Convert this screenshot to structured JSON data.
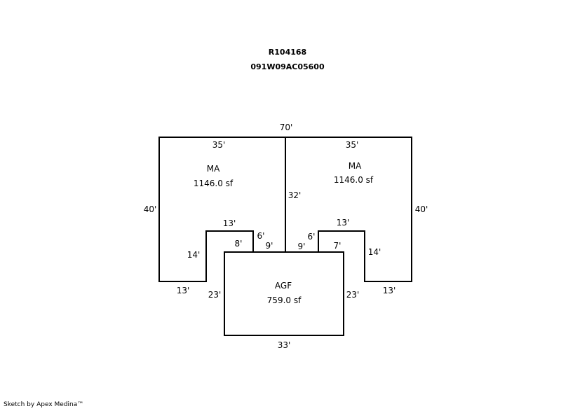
{
  "header": {
    "parcel_id": "R104168",
    "map_number": "091W09AC05600"
  },
  "areas": [
    {
      "code": "MA",
      "area": "1146.0 sf"
    },
    {
      "code": "MA",
      "area": "1146.0 sf"
    },
    {
      "code": "AGF",
      "area": "759.0 sf"
    }
  ],
  "dimensions": {
    "top_total": "70'",
    "left_top": "35'",
    "right_top": "35'",
    "center_wall": "32'",
    "left_side": "40'",
    "right_side": "40'",
    "left_notch_top": "13'",
    "right_notch_top": "13'",
    "left_notch_step": "6'",
    "right_notch_step": "6'",
    "left_notch_inner": "8'",
    "right_notch_inner": "7'",
    "left_center_seg": "9'",
    "right_center_seg": "9'",
    "left_notch_side": "14'",
    "right_notch_side": "14'",
    "left_bottom": "13'",
    "right_bottom": "13'",
    "garage_left": "23'",
    "garage_right": "23'",
    "garage_bottom": "33'"
  },
  "footer": {
    "credit": "Sketch by Apex Medina™"
  }
}
